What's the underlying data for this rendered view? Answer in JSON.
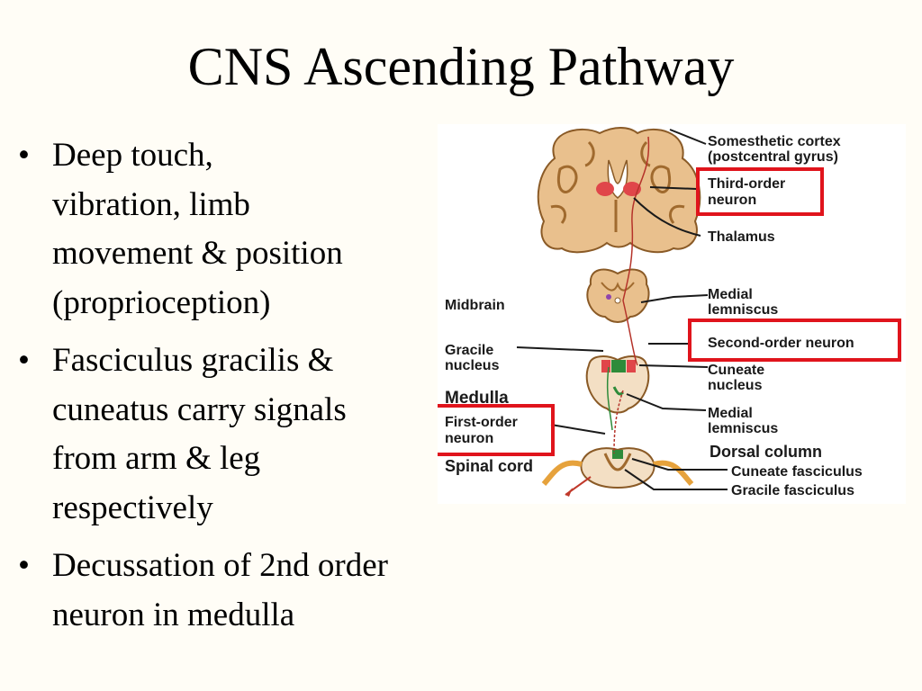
{
  "slide": {
    "title": "CNS Ascending Pathway",
    "bullets": [
      [
        "Deep touch,",
        "vibration, limb",
        "movement & position",
        "(proprioception)"
      ],
      [
        "Fasciculus gracilis &",
        "cuneatus carry signals",
        "from arm & leg",
        "respectively"
      ],
      [
        "Decussation of 2nd order",
        "neuron in medulla"
      ]
    ]
  },
  "diagram": {
    "labels": {
      "somesthetic_cortex": [
        "Somesthetic cortex",
        "(postcentral gyrus)"
      ],
      "third_order": [
        "Third-order",
        "neuron"
      ],
      "thalamus": "Thalamus",
      "midbrain": "Midbrain",
      "medial_lemniscus_top": [
        "Medial",
        "lemniscus"
      ],
      "second_order": "Second-order neuron",
      "gracile_nucleus": [
        "Gracile",
        "nucleus"
      ],
      "cuneate_nucleus": [
        "Cuneate",
        "nucleus"
      ],
      "medulla": "Medulla",
      "first_order": [
        "First-order",
        "neuron"
      ],
      "medial_lemniscus_bottom": [
        "Medial",
        "lemniscus"
      ],
      "spinal_cord": "Spinal cord",
      "dorsal_column": "Dorsal column",
      "cuneate_fasciculus": "Cuneate fasciculus",
      "gracile_fasciculus": "Gracile fasciculus"
    },
    "colors": {
      "highlight_box": "#e0141c",
      "tissue": "#e9c08d",
      "tissue_dark": "#a06a2e",
      "pathway": "#b5332a",
      "nucleus_green": "#2e8b3a"
    }
  }
}
